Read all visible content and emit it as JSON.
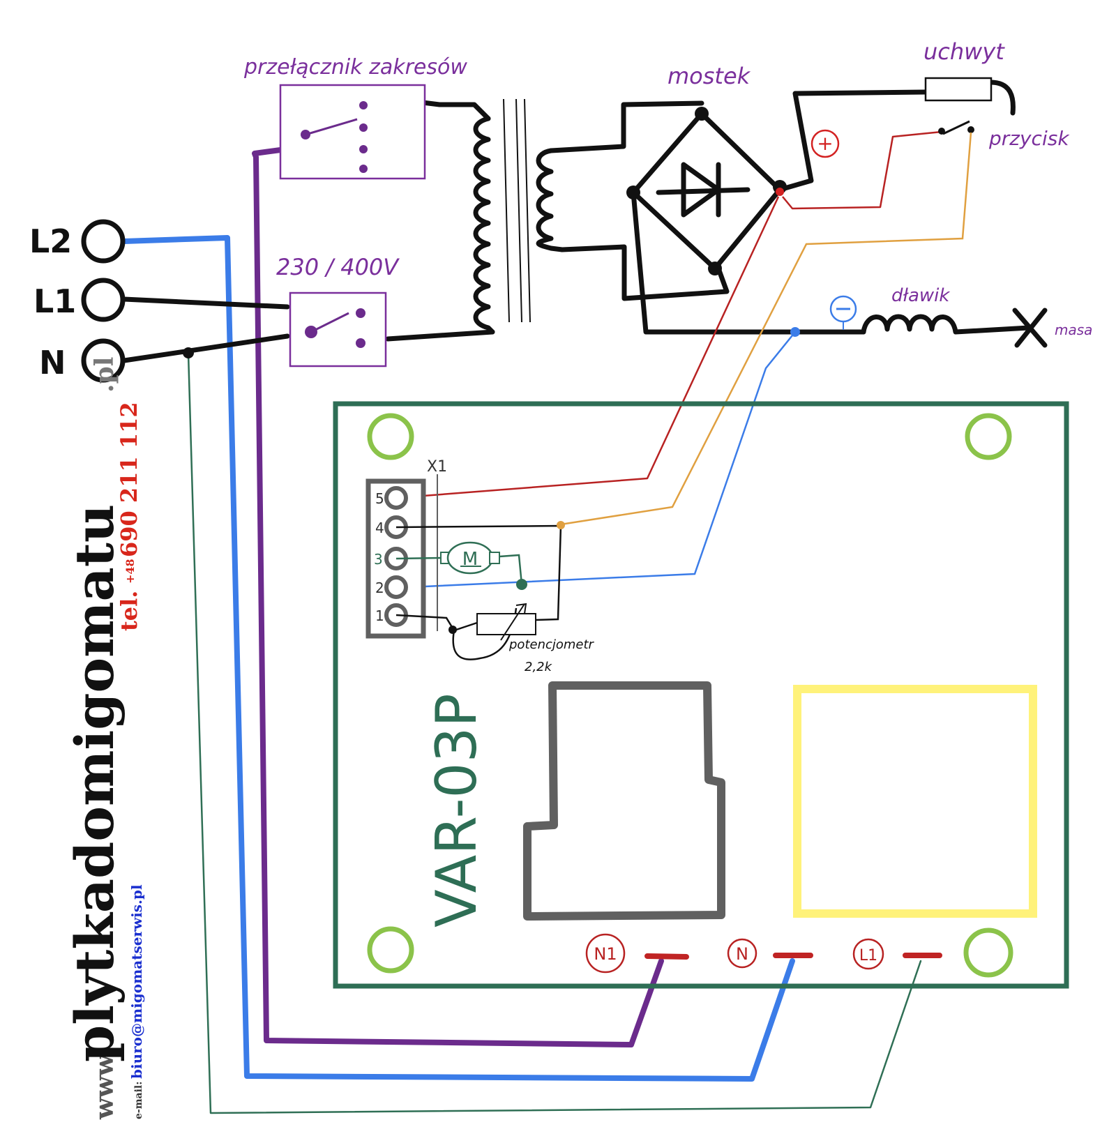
{
  "colors": {
    "black": "#111111",
    "purple": "#6b2b8c",
    "label_purple": "#7a2f9c",
    "blue": "#3b7ce8",
    "green_wire": "#2f6f55",
    "pcb": "#2e6e55",
    "red_wire": "#b82222",
    "orange_wire": "#e0a040",
    "mount_hole": "#8bc34a",
    "relay": "#606060",
    "transformer_block": "#fff27a",
    "brand_red": "#d8261b",
    "brand_blue": "#1a2fcf"
  },
  "labels": {
    "switch_range": "przełącznik zakresów",
    "switch_voltage": "230 / 400V",
    "bridge": "mostek",
    "holder": "uchwyt",
    "button": "przycisk",
    "choke": "dławik",
    "ground": "masa",
    "plus": "+",
    "minus": "−"
  },
  "inputs": {
    "l2": "L2",
    "l1": "L1",
    "n": "N"
  },
  "pcb": {
    "name": "VAR-03P",
    "connector": "X1",
    "pins": [
      "5",
      "4",
      "3",
      "2",
      "1"
    ],
    "motor": "M",
    "potentiometer_label": "potencjometr",
    "potentiometer_value": "2,2k",
    "terminals": [
      "N1",
      "N",
      "L1"
    ]
  },
  "brand": {
    "prefix": "www.",
    "name": "plytkadomigomatu",
    "suffix": ".pl",
    "tel_prefix": "tel.",
    "tel_country": "+48",
    "tel_number": "690 211 112",
    "email_prefix": "e-mail:",
    "email": "biuro@migomatserwis.pl"
  }
}
